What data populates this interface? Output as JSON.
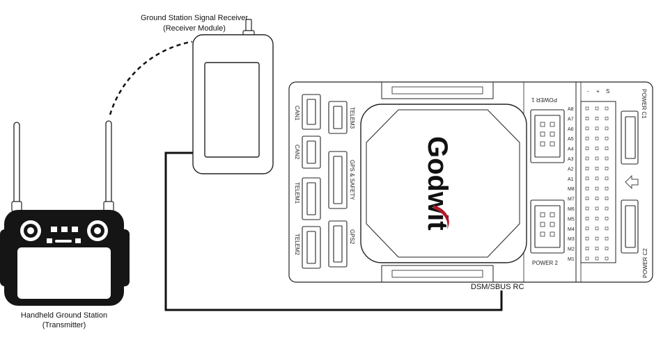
{
  "labels": {
    "receiver_title": "Ground Station Signal Receiver",
    "receiver_subtitle": "(Receiver Module)",
    "transmitter_title": "Handheld Ground Station",
    "transmitter_subtitle": "(Transmitter)",
    "rc_port": "DSM/SBUS RC"
  },
  "fc": {
    "brand": "Godwit",
    "ports": {
      "can1": "CAN1",
      "can2": "CAN2",
      "telem1": "TELEM1",
      "telem2": "TELEM2",
      "telem3": "TELEM3",
      "gps_safety": "GPS & SAFETY",
      "gps2": "GPS2",
      "power1": "POWER 1",
      "power2": "POWER 2",
      "power_c1": "POWER C1",
      "power_c2": "POWER C2"
    },
    "header_signs": {
      "minus": "-",
      "plus": "+",
      "signal": "S"
    },
    "pin_labels": [
      "A8",
      "A7",
      "A6",
      "A5",
      "A4",
      "A3",
      "A2",
      "A1",
      "M8",
      "M7",
      "M6",
      "M5",
      "M4",
      "M3",
      "M2",
      "M1"
    ]
  },
  "colors": {
    "line": "#111111",
    "accent_red": "#b0182a"
  }
}
